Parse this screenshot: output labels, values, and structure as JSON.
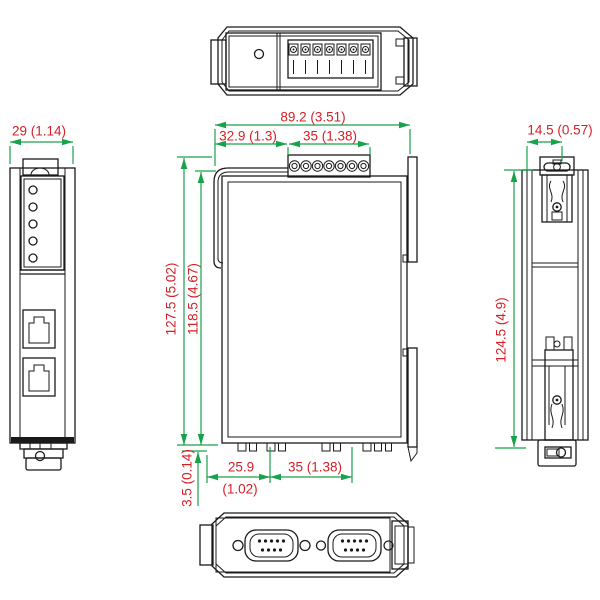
{
  "title": "device-dimension-drawing",
  "colors": {
    "dimension_text": "#d42028",
    "dimension_line": "#17a24b",
    "drawing_line": "#1a1a1a",
    "background": "#ffffff"
  },
  "dimensions": {
    "left_view_width": "29 (1.14)",
    "top_width": "89.2 (3.51)",
    "top_offset_left": "32.9 (1.3)",
    "top_terminal_width": "35 (1.38)",
    "height_overall": "127.5 (5.02)",
    "height_body": "118.5 (4.67)",
    "foot_height": "3.5 (0.14)",
    "bottom_offset_left_value": "25.9",
    "bottom_offset_left_inches": "(1.02)",
    "bottom_connector_spacing": "35 (1.38)",
    "right_view_width": "14.5 (0.57)",
    "right_view_height": "124.5 (4.9)"
  }
}
